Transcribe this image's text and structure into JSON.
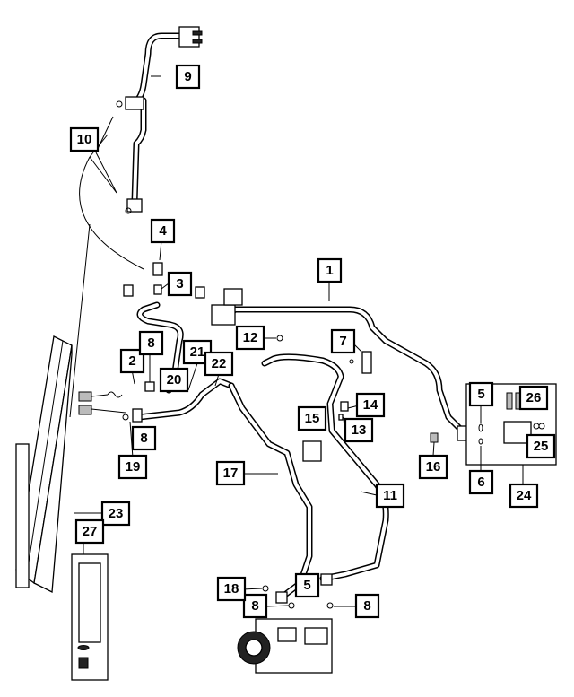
{
  "callouts": [
    {
      "id": "c1",
      "label": "1"
    },
    {
      "id": "c2",
      "label": "2"
    },
    {
      "id": "c3",
      "label": "3"
    },
    {
      "id": "c4",
      "label": "4"
    },
    {
      "id": "c5a",
      "label": "5"
    },
    {
      "id": "c5b",
      "label": "5"
    },
    {
      "id": "c6",
      "label": "6"
    },
    {
      "id": "c7",
      "label": "7"
    },
    {
      "id": "c8a",
      "label": "8"
    },
    {
      "id": "c8b",
      "label": "8"
    },
    {
      "id": "c8c",
      "label": "8"
    },
    {
      "id": "c8d",
      "label": "8"
    },
    {
      "id": "c9",
      "label": "9"
    },
    {
      "id": "c10",
      "label": "10"
    },
    {
      "id": "c11",
      "label": "11"
    },
    {
      "id": "c12",
      "label": "12"
    },
    {
      "id": "c13",
      "label": "13"
    },
    {
      "id": "c14",
      "label": "14"
    },
    {
      "id": "c15",
      "label": "15"
    },
    {
      "id": "c16",
      "label": "16"
    },
    {
      "id": "c17",
      "label": "17"
    },
    {
      "id": "c18",
      "label": "18"
    },
    {
      "id": "c19",
      "label": "19"
    },
    {
      "id": "c20",
      "label": "20"
    },
    {
      "id": "c21",
      "label": "21"
    },
    {
      "id": "c22",
      "label": "22"
    },
    {
      "id": "c23",
      "label": "23"
    },
    {
      "id": "c24",
      "label": "24"
    },
    {
      "id": "c25",
      "label": "25"
    },
    {
      "id": "c26",
      "label": "26"
    },
    {
      "id": "c27",
      "label": "27"
    }
  ]
}
